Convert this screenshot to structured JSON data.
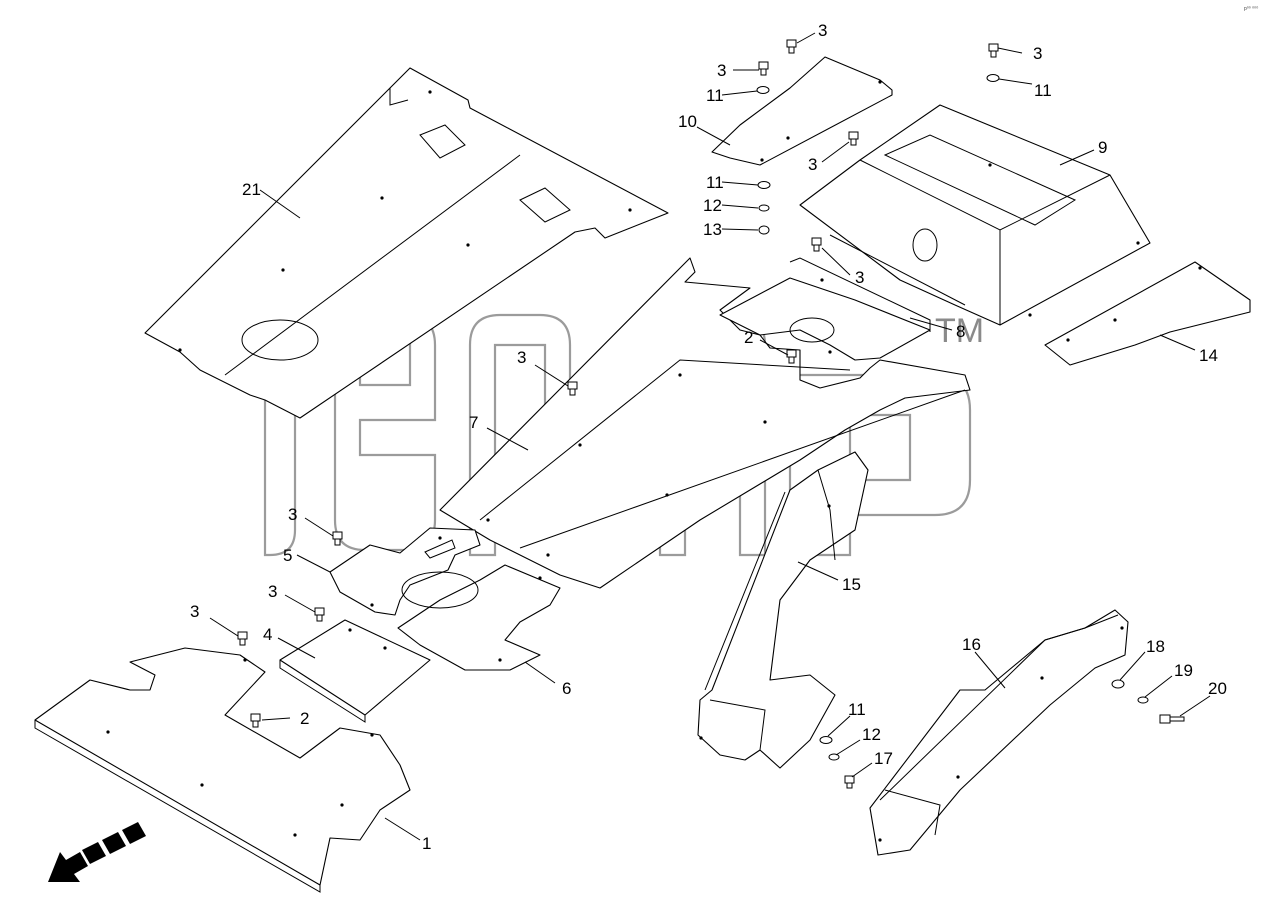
{
  "drawing_code": "р⁰⁰ ⁰⁰⁰",
  "watermark": {
    "trademark": "TM"
  },
  "callouts": [
    {
      "text": "1"
    },
    {
      "text": "2"
    },
    {
      "text": "2"
    },
    {
      "text": "3"
    },
    {
      "text": "3"
    },
    {
      "text": "3"
    },
    {
      "text": "3"
    },
    {
      "text": "3"
    },
    {
      "text": "3"
    },
    {
      "text": "3"
    },
    {
      "text": "3"
    },
    {
      "text": "3"
    },
    {
      "text": "4"
    },
    {
      "text": "5"
    },
    {
      "text": "6"
    },
    {
      "text": "7"
    },
    {
      "text": "8"
    },
    {
      "text": "9"
    },
    {
      "text": "10"
    },
    {
      "text": "11"
    },
    {
      "text": "11"
    },
    {
      "text": "11"
    },
    {
      "text": "11"
    },
    {
      "text": "12"
    },
    {
      "text": "12"
    },
    {
      "text": "13"
    },
    {
      "text": "14"
    },
    {
      "text": "15"
    },
    {
      "text": "16"
    },
    {
      "text": "17"
    },
    {
      "text": "18"
    },
    {
      "text": "19"
    },
    {
      "text": "20"
    },
    {
      "text": "21"
    }
  ],
  "direction_arrow": "forward-arrow-icon"
}
